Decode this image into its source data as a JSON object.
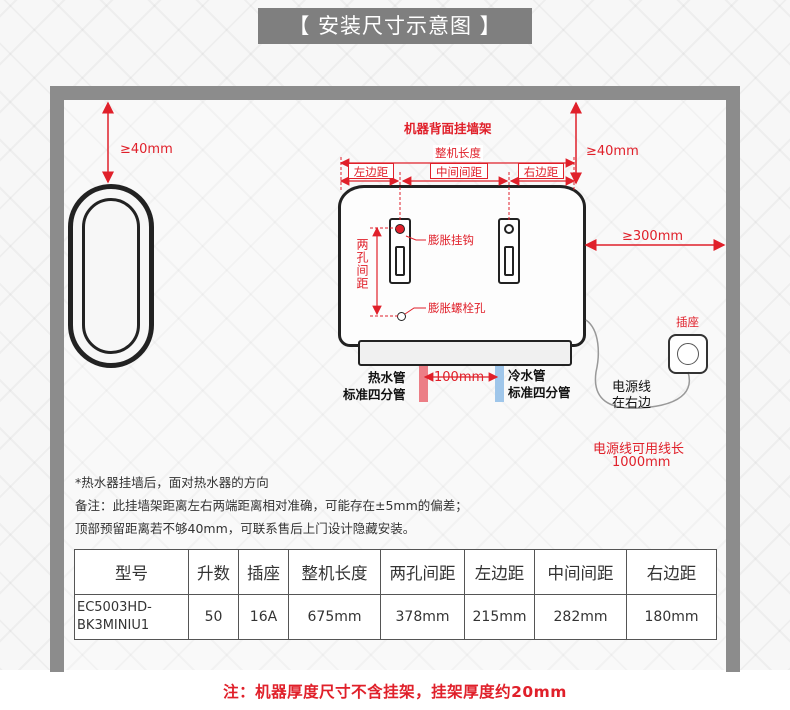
{
  "title": "【 安装尺寸示意图 】",
  "diagram": {
    "bracket_title": "机器背面挂墙架",
    "top_clearance_left": "≥40mm",
    "top_clearance_right": "≥40mm",
    "side_clearance": "≥300mm",
    "overall_length_label": "整机长度",
    "left_margin_label": "左边距",
    "center_spacing_label": "中间间距",
    "right_margin_label": "右边距",
    "hole_spacing_label": "两孔间距",
    "expansion_hook": "膨胀挂钩",
    "expansion_bolt": "膨胀螺栓孔",
    "pipe_spacing": "100mm",
    "hot_pipe_line1": "热水管",
    "hot_pipe_line2": "标准四分管",
    "cold_pipe_line1": "冷水管",
    "cold_pipe_line2": "标准四分管",
    "socket_label": "插座",
    "power_cord_line1": "电源线",
    "power_cord_line2": "在右边",
    "cord_length_line1": "电源线可用线长",
    "cord_length_line2": "1000mm"
  },
  "notes": [
    "*热水器挂墙后，面对热水器的方向",
    "备注：此挂墙架距离左右两端距离相对准确，可能存在±5mm的偏差；",
    "顶部预留距离若不够40mm，可联系售后上门设计隐藏安装。"
  ],
  "table": {
    "headers": [
      "型号",
      "升数",
      "插座",
      "整机长度",
      "两孔间距",
      "左边距",
      "中间间距",
      "右边距"
    ],
    "row": {
      "model_line1": "EC5003HD-",
      "model_line2": "BK3MINIU1",
      "liters": "50",
      "socket": "16A",
      "length": "675mm",
      "hole_spacing": "378mm",
      "left_margin": "215mm",
      "center_spacing": "282mm",
      "right_margin": "180mm"
    }
  },
  "footer_note": "注：机器厚度尺寸不含挂架，挂架厚度约20mm",
  "colors": {
    "dimension_red": "#e0202a",
    "wall_gray": "#8c8c8c",
    "banner_gray": "#7f7f7f",
    "hot_pipe": "#ec7e86",
    "cold_pipe": "#9fc6ea"
  }
}
